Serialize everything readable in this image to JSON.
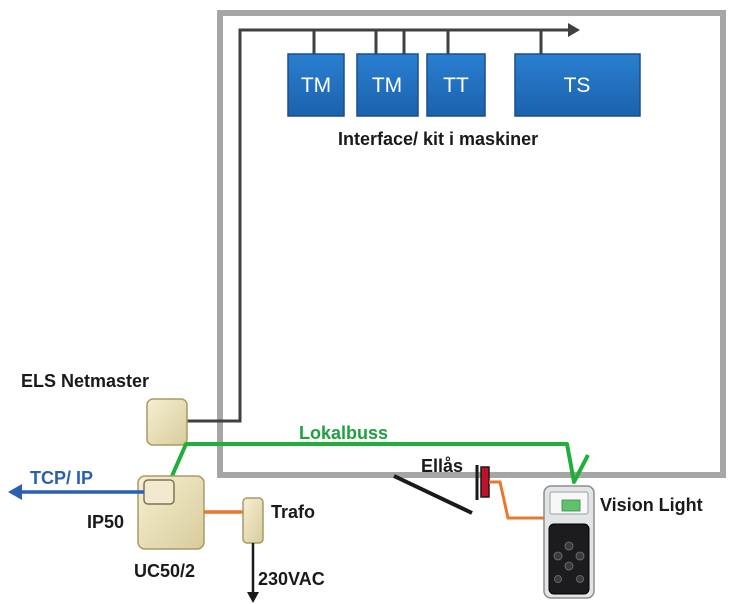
{
  "modules": [
    {
      "label": "TM"
    },
    {
      "label": "TM"
    },
    {
      "label": "TT"
    },
    {
      "label": "TS"
    }
  ],
  "labels": {
    "interface_kit": "Interface/ kit i maskiner",
    "els_netmaster": "ELS Netmaster",
    "lokalbuss": "Lokalbuss",
    "tcp_ip": "TCP/ IP",
    "ip50": "IP50",
    "uc50": "UC50/2",
    "trafo": "Trafo",
    "vac": "230VAC",
    "ellas": "Ellås",
    "vision_light": "Vision Light"
  },
  "colors": {
    "frame": "#a6a6a6",
    "bus_line": "#404040",
    "module_fill": "#1f6fc0",
    "module_stroke": "#1a4f8a",
    "module_text": "#ffffff",
    "green_bus": "#1fb03a",
    "green_text": "#20a040",
    "tcp_blue": "#2a5fb4",
    "orange": "#e8782a",
    "device_fill": "#ede3bc",
    "device_stroke": "#a89a64"
  }
}
